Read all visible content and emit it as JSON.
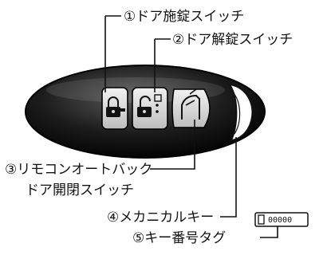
{
  "diagram": {
    "labels": {
      "lock": "①ドア施錠スイッチ",
      "unlock": "②ドア解錠スイッチ",
      "back_door_line1": "③リモコンオートバック",
      "back_door_line2": "ドア開閉スイッチ",
      "mechanical_key": "④メカニカルキー",
      "key_tag": "⑤キー番号タグ"
    },
    "tag_number": "00000",
    "colors": {
      "key_body": "#111111",
      "button": "#d9d9d9",
      "line": "#111111"
    }
  }
}
